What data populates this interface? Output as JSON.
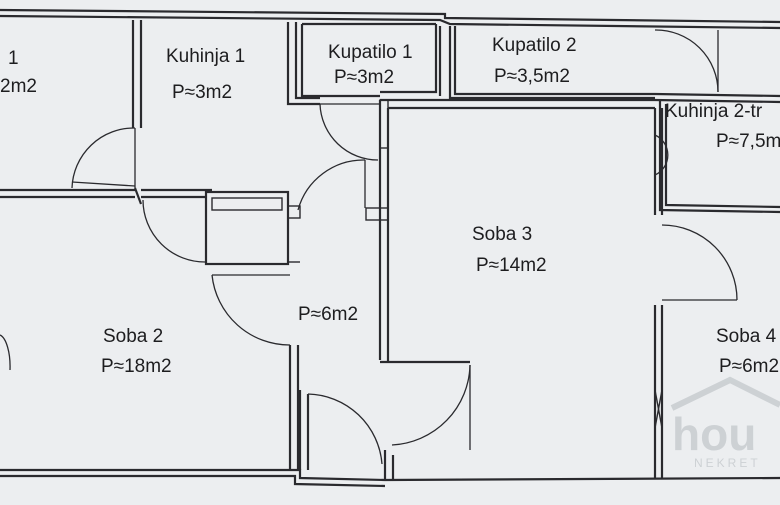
{
  "rooms": {
    "room_left_top": {
      "name": "1",
      "area": "2m2"
    },
    "kuhinja_1": {
      "name": "Kuhinja 1",
      "area": "P≈3m2"
    },
    "kupatilo_1": {
      "name": "Kupatilo 1",
      "area": "P≈3m2"
    },
    "kupatilo_2": {
      "name": "Kupatilo 2",
      "area": "P≈3,5m2"
    },
    "kuhinja_2": {
      "name": "Kuhinja 2-tr",
      "area": "P≈7,5m"
    },
    "soba_2": {
      "name": "Soba 2",
      "area": "P≈18m2"
    },
    "hall": {
      "area": "P≈6m2"
    },
    "soba_3": {
      "name": "Soba 3",
      "area": "P≈14m2"
    },
    "soba_4": {
      "name": "Soba 4",
      "area": "P≈6m2"
    }
  },
  "watermark": {
    "brand": "hou",
    "sub": "NEKRET"
  },
  "colors": {
    "paper": "#eceef0",
    "ink": "#2a2a2e",
    "watermark": "#c8ccd0"
  }
}
